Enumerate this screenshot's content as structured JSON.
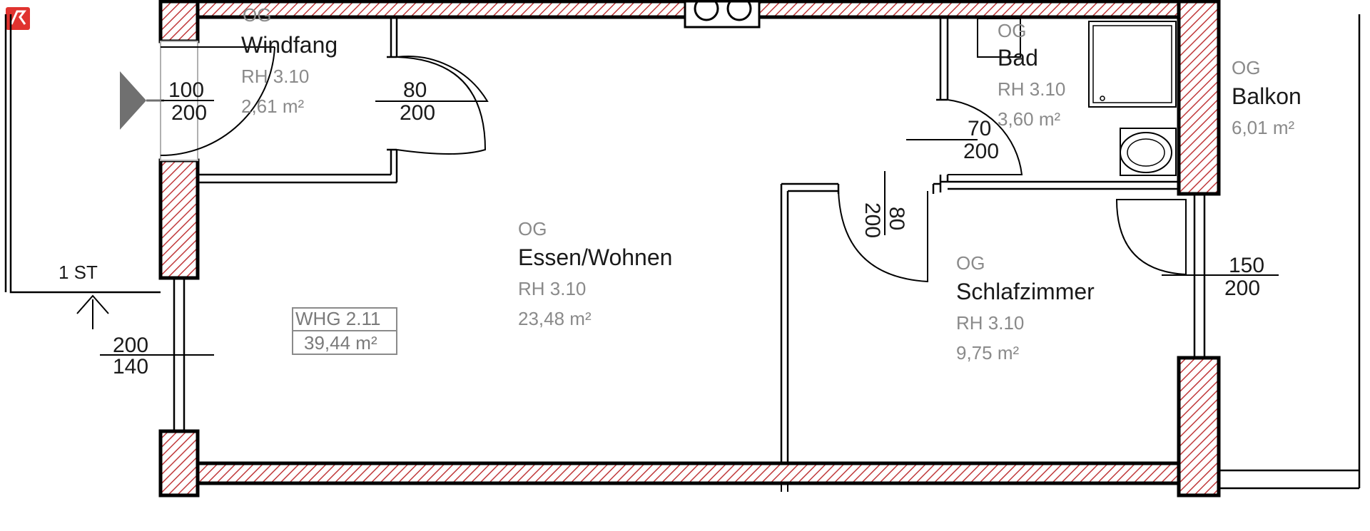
{
  "colors": {
    "wall_hatch": "#c0393b",
    "logo": "#e0332f",
    "grey_text": "#8a8a8a"
  },
  "logo": {
    "icon": "brand-logo-icon"
  },
  "rooms": {
    "windfang": {
      "level": "OG",
      "name": "Windfang",
      "height": "RH 3.10",
      "area": "2,61 m²"
    },
    "bad": {
      "level": "OG",
      "name": "Bad",
      "height": "RH 3.10",
      "area": "3,60 m²"
    },
    "balkon": {
      "level": "OG",
      "name": "Balkon",
      "area": "6,01 m²"
    },
    "essen": {
      "level": "OG",
      "name": "Essen/Wohnen",
      "height": "RH 3.10",
      "area": "23,48 m²"
    },
    "schlaf": {
      "level": "OG",
      "name": "Schlafzimmer",
      "height": "RH 3.10",
      "area": "9,75 m²"
    }
  },
  "unit": {
    "id": "WHG 2.11",
    "area": "39,44 m²"
  },
  "openings": {
    "entry": {
      "w": "100",
      "h": "200"
    },
    "windfang_door": {
      "w": "80",
      "h": "200"
    },
    "bad_door": {
      "w": "70",
      "h": "200"
    },
    "schlaf_door": {
      "w": "80",
      "h": "200"
    },
    "balcony_door": {
      "w": "150",
      "h": "200"
    },
    "window": {
      "w": "200",
      "h": "140"
    }
  },
  "stair": {
    "label": "1 ST"
  }
}
